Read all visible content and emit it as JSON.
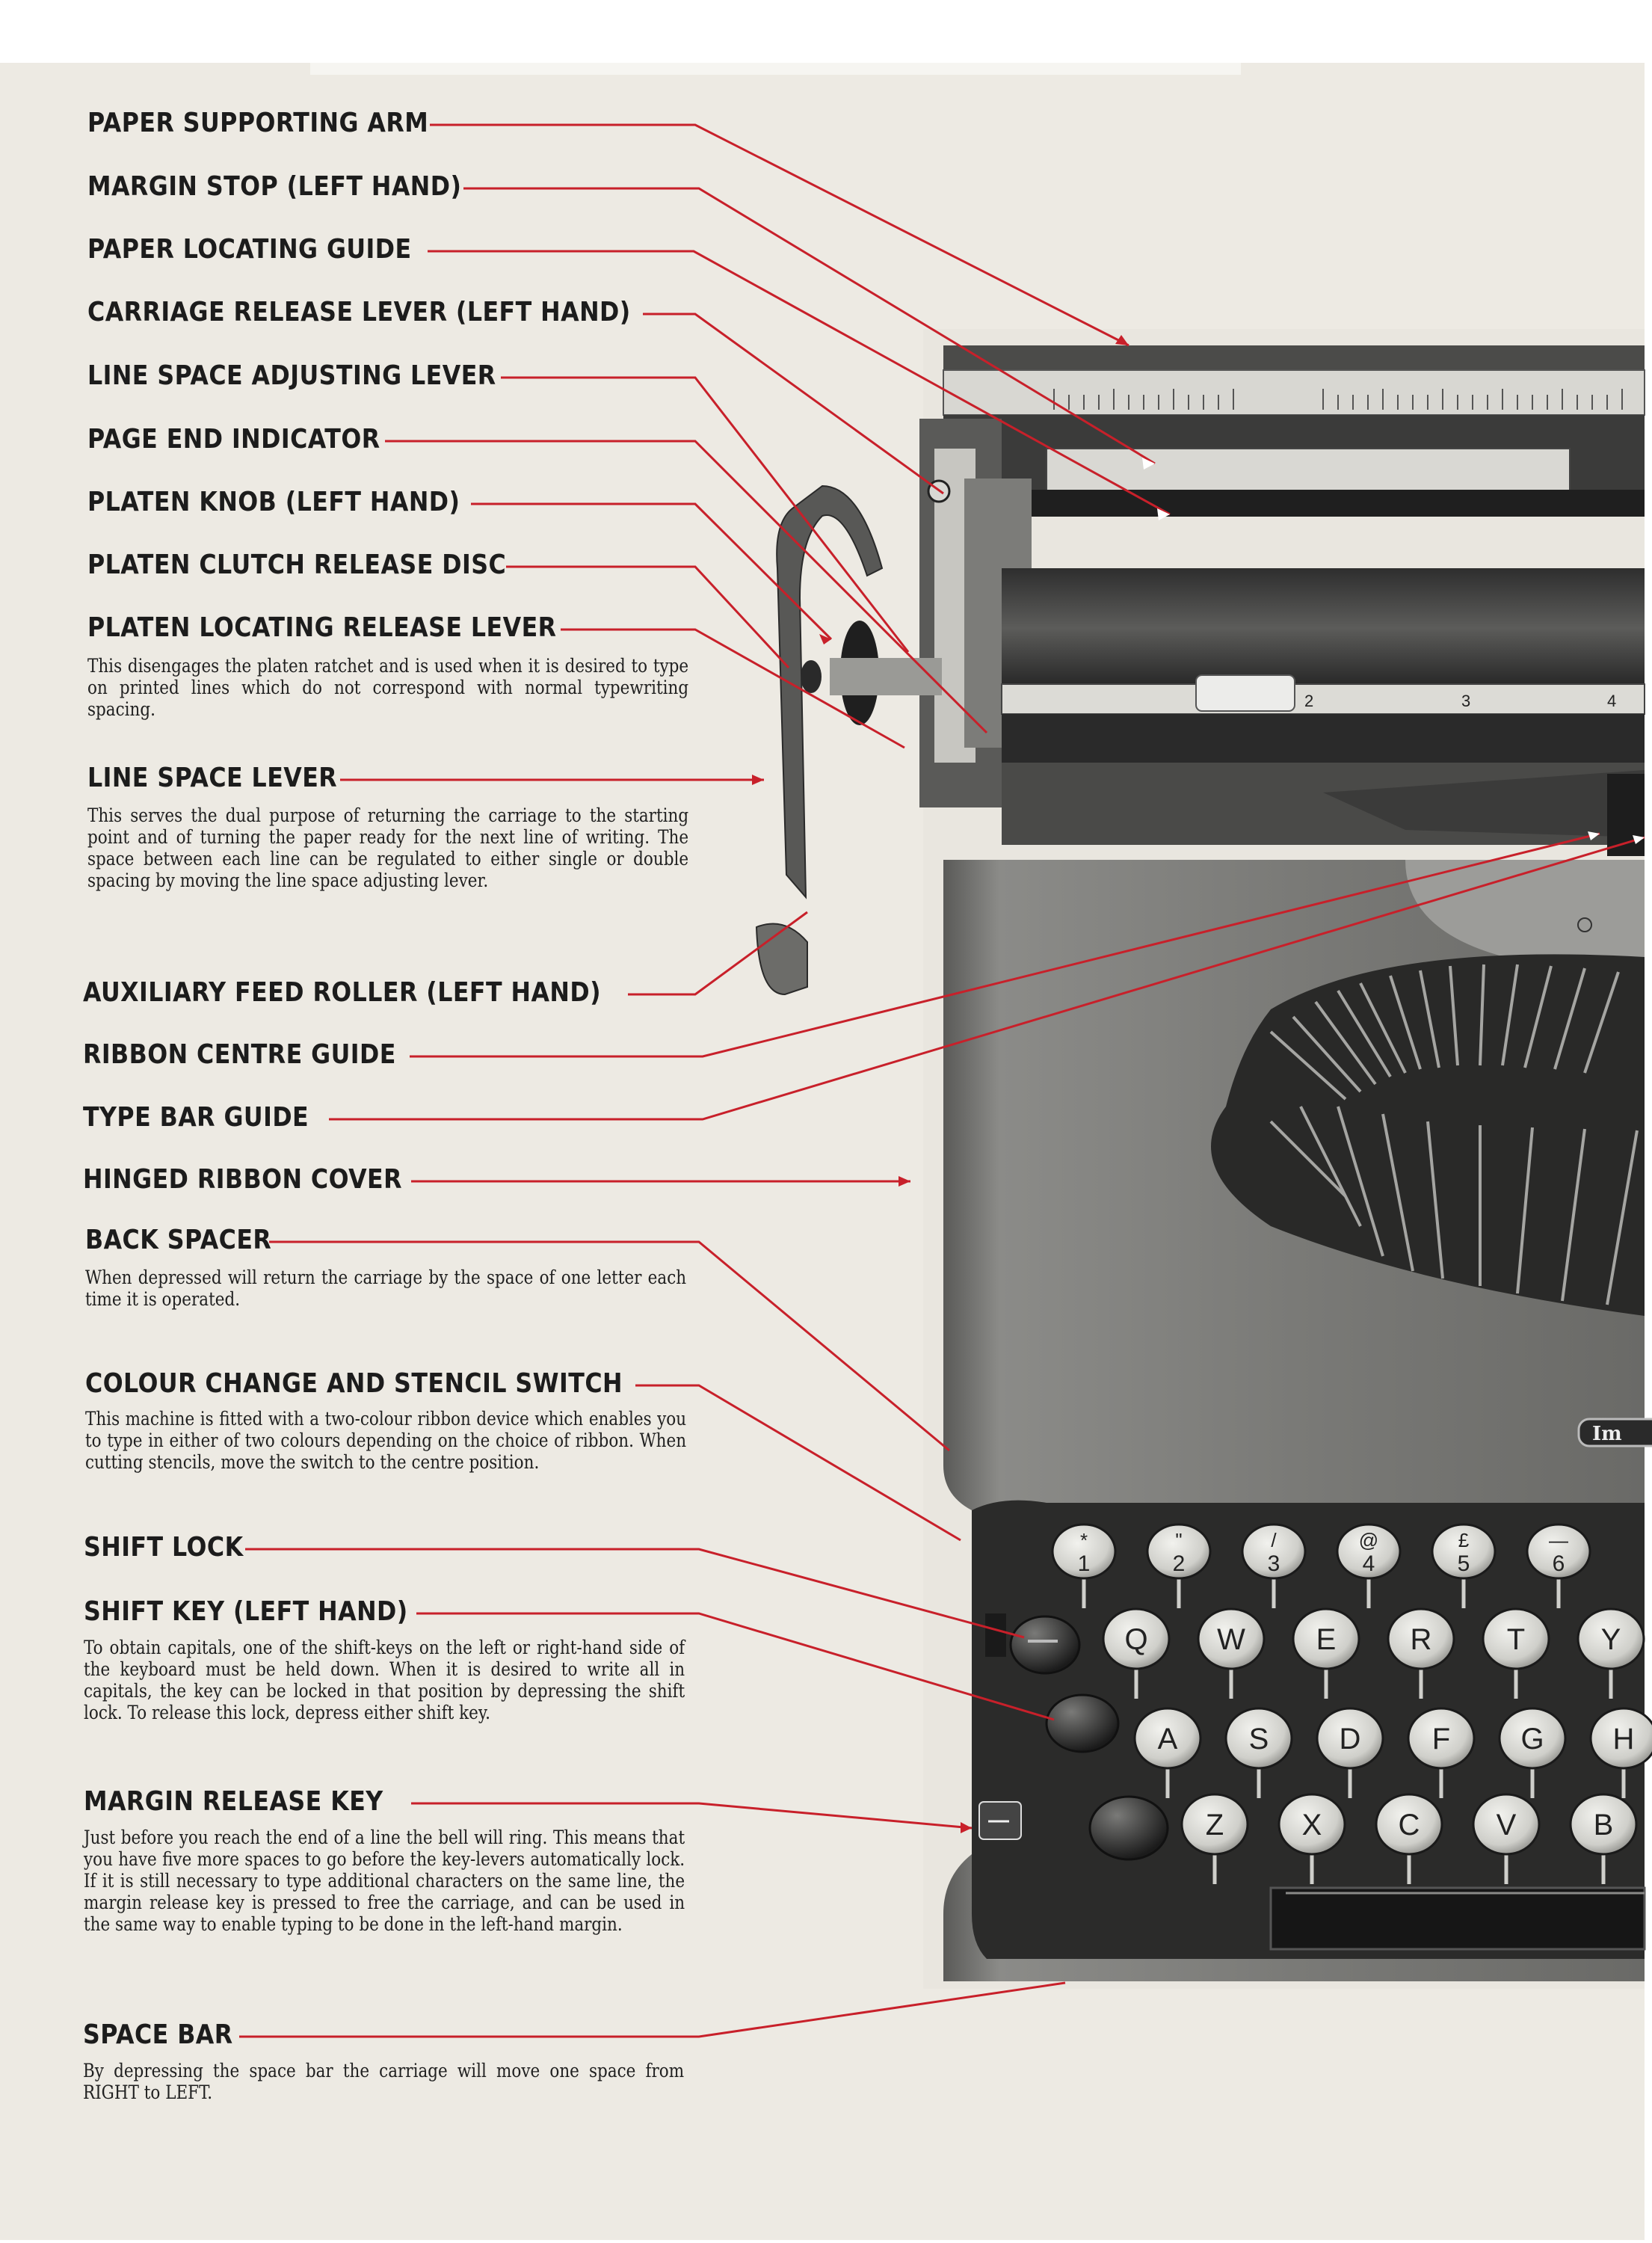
{
  "parts": [
    {
      "key": "paper_supporting_arm",
      "label": "PAPER SUPPORTING ARM"
    },
    {
      "key": "margin_stop",
      "label": "MARGIN STOP (LEFT HAND)"
    },
    {
      "key": "paper_locating_guide",
      "label": "PAPER LOCATING GUIDE"
    },
    {
      "key": "carriage_release_lever",
      "label": "CARRIAGE RELEASE LEVER (LEFT HAND)"
    },
    {
      "key": "line_space_adjusting_lever",
      "label": "LINE SPACE ADJUSTING LEVER"
    },
    {
      "key": "page_end_indicator",
      "label": "PAGE END INDICATOR"
    },
    {
      "key": "platen_knob",
      "label": "PLATEN KNOB (LEFT HAND)"
    },
    {
      "key": "platen_clutch_release_disc",
      "label": "PLATEN CLUTCH RELEASE DISC"
    },
    {
      "key": "platen_locating_release_lever",
      "label": "PLATEN LOCATING RELEASE LEVER",
      "description": "This disengages the platen ratchet and is used when it is desired to type on printed lines which do not correspond with normal typewriting spacing."
    },
    {
      "key": "line_space_lever",
      "label": "LINE SPACE LEVER",
      "description": "This serves the dual purpose of returning the carriage to the starting point and of turning the paper ready for the next line of writing. The space between each line can be regulated to either single or double spacing by moving the line space adjusting lever."
    },
    {
      "key": "auxiliary_feed_roller",
      "label": "AUXILIARY FEED ROLLER (LEFT HAND)"
    },
    {
      "key": "ribbon_centre_guide",
      "label": "RIBBON CENTRE GUIDE"
    },
    {
      "key": "type_bar_guide",
      "label": "TYPE BAR GUIDE"
    },
    {
      "key": "hinged_ribbon_cover",
      "label": "HINGED RIBBON COVER"
    },
    {
      "key": "back_spacer",
      "label": "BACK SPACER",
      "description": "When depressed will return the carriage by the space of one letter each time it is operated."
    },
    {
      "key": "colour_change_stencil_switch",
      "label": "COLOUR CHANGE AND STENCIL SWITCH",
      "description": "This machine is fitted with a two-colour ribbon device which enables you to type in either of two colours depending on the choice of ribbon. When cutting stencils, move the switch to the centre position."
    },
    {
      "key": "shift_lock",
      "label": "SHIFT LOCK"
    },
    {
      "key": "shift_key",
      "label": "SHIFT KEY (LEFT HAND)",
      "description": "To obtain capitals, one of the shift-keys on the left or right-hand side of the keyboard must be held down. When it is desired to write all in capitals, the key can be locked in that position by depressing the shift lock. To release this lock, depress either shift key."
    },
    {
      "key": "margin_release_key",
      "label": "MARGIN RELEASE KEY",
      "description": "Just before you reach the end of a line the bell will ring. This means that you have five more spaces to go before the key-levers automatically lock. If it is still necessary to type additional characters on the same line, the margin release key is pressed to free the carriage, and can be used in the same way to enable typing to be done in the left-hand margin."
    },
    {
      "key": "space_bar",
      "label": "SPACE BAR",
      "description": "By depressing the space bar the carriage will move one space from RIGHT to LEFT."
    }
  ],
  "typewriter": {
    "brand_fragment": "Im",
    "scale_numbers": [
      "2",
      "3",
      "4"
    ],
    "number_row": [
      {
        "top": "*",
        "bottom": "1"
      },
      {
        "top": "\"",
        "bottom": "2"
      },
      {
        "top": "/",
        "bottom": "3"
      },
      {
        "top": "@",
        "bottom": "4"
      },
      {
        "top": "£",
        "bottom": "5"
      },
      {
        "top": "—",
        "bottom": "6"
      }
    ],
    "row_q": [
      "Q",
      "W",
      "E",
      "R",
      "T",
      "Y"
    ],
    "row_a": [
      "A",
      "S",
      "D",
      "F",
      "G",
      "H"
    ],
    "row_z": [
      "Z",
      "X",
      "C",
      "V",
      "B"
    ]
  },
  "colors": {
    "leader": "#c8202a",
    "text": "#1c1c1c",
    "paper": "#edeae3",
    "machine_body": "#6e6e6b",
    "key_fill": "#d9d9d4"
  }
}
